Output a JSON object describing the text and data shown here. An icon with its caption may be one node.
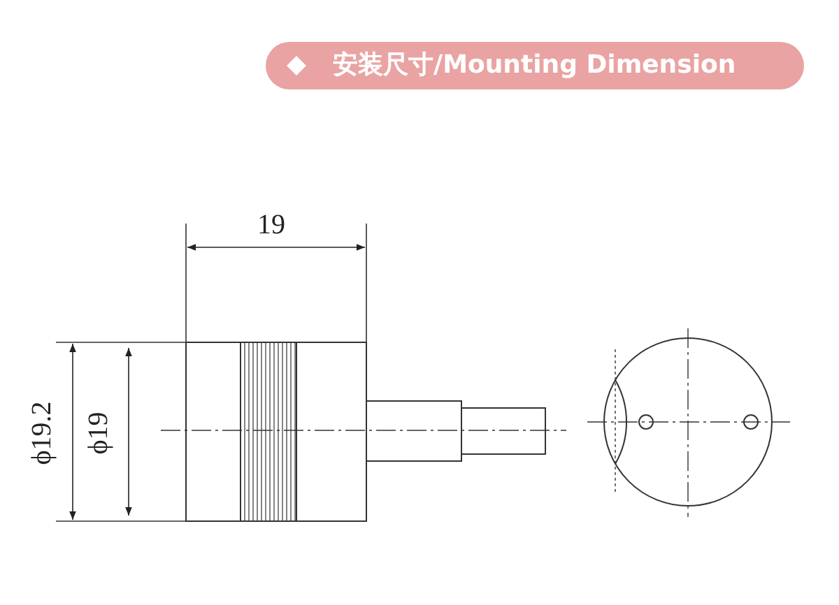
{
  "diagram": {
    "title": "安装尺寸/Mounting Dimension",
    "labels": [
      "19",
      "ϕ19.2",
      "ϕ19"
    ]
  }
}
